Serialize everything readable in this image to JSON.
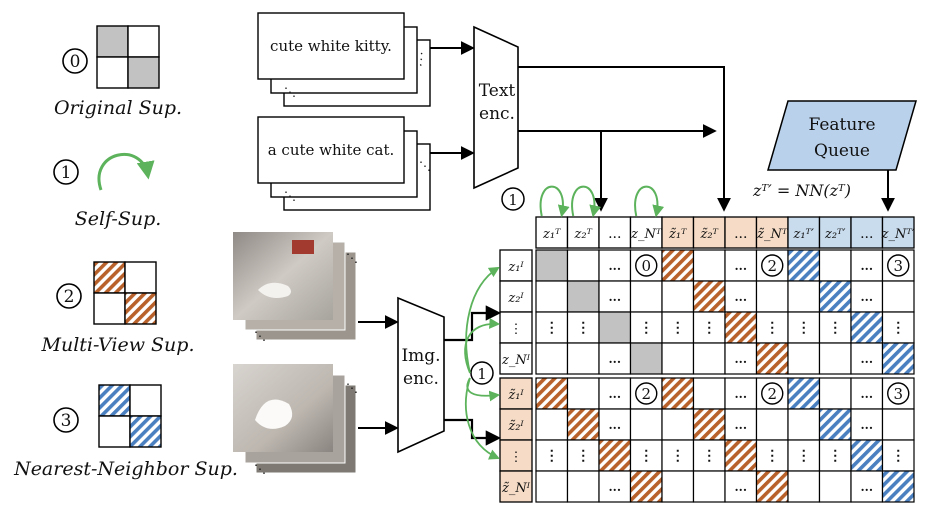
{
  "legend": {
    "items": [
      {
        "num": "0",
        "label": "Original Sup."
      },
      {
        "num": "1",
        "label": "Self-Sup."
      },
      {
        "num": "2",
        "label": "Multi-View Sup."
      },
      {
        "num": "3",
        "label": "Nearest-Neighbor Sup."
      }
    ]
  },
  "text_inputs": {
    "caption1": "cute white kitty.",
    "caption2": "a cute white cat."
  },
  "encoders": {
    "text": [
      "Text",
      "enc."
    ],
    "image": [
      "Img.",
      "enc."
    ]
  },
  "queue": {
    "label": [
      "Feature",
      "Queue"
    ],
    "nn_formula": "z^{T′} = NN(z^T)"
  },
  "markers": {
    "self_sup": "1"
  },
  "ellipsis": "...",
  "vellipsis": "⋮",
  "column_groups": [
    {
      "key": "zT",
      "labels": [
        "z₁ᵀ",
        "z₂ᵀ",
        "...",
        "z_Nᵀ"
      ],
      "fill": "#ffffff"
    },
    {
      "key": "zTt",
      "labels": [
        "z̃₁ᵀ",
        "z̃₂ᵀ",
        "...",
        "z̃_Nᵀ"
      ],
      "fill": "#f6dcc6"
    },
    {
      "key": "zTp",
      "labels": [
        "z₁ᵀ′",
        "z₂ᵀ′",
        "...",
        "z_Nᵀ′"
      ],
      "fill": "#c9dcee"
    }
  ],
  "row_groups": [
    {
      "key": "zI",
      "labels": [
        "z₁ᴵ",
        "z₂ᴵ",
        "⋮",
        "z_Nᴵ"
      ],
      "fill": "#ffffff"
    },
    {
      "key": "zIt",
      "labels": [
        "z̃₁ᴵ",
        "z̃₂ᴵ",
        "⋮",
        "z̃_Nᴵ"
      ],
      "fill": "#f6dcc6"
    }
  ],
  "matrices": [
    {
      "row": 0,
      "col": 0,
      "style": "gray",
      "badge": "0"
    },
    {
      "row": 0,
      "col": 1,
      "style": "orange",
      "badge": "2"
    },
    {
      "row": 0,
      "col": 2,
      "style": "blue",
      "badge": "3"
    },
    {
      "row": 1,
      "col": 0,
      "style": "orange",
      "badge": "2"
    },
    {
      "row": 1,
      "col": 1,
      "style": "orange",
      "badge": "2"
    },
    {
      "row": 1,
      "col": 2,
      "style": "blue",
      "badge": "3"
    }
  ],
  "colors": {
    "gray": "#c2c2c2",
    "orange": "#b8612a",
    "blue": "#4a7fc0",
    "green": "#5cb35c",
    "queue_fill": "#b9d1ea",
    "peach": "#f6dcc6",
    "lightblue": "#c9dcee"
  }
}
